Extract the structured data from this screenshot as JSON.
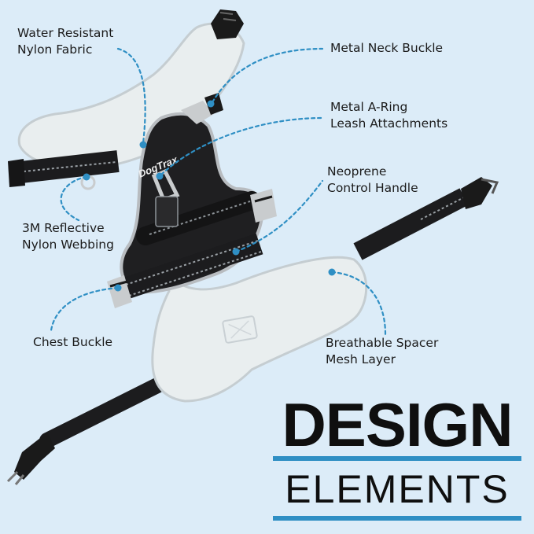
{
  "colors": {
    "background": "#dcecf8",
    "accent": "#2f8fc4",
    "webbing": "#1c1c1e",
    "mesh": "#e9eeef",
    "reflective": "#b8bcc0",
    "metal": "#c9ccce"
  },
  "product": {
    "brand_logo": "DogTrax"
  },
  "callouts": [
    {
      "id": "water-resistant",
      "lines": [
        "Water Resistant",
        "Nylon Fabric"
      ]
    },
    {
      "id": "metal-neck-buckle",
      "lines": [
        "Metal Neck Buckle"
      ]
    },
    {
      "id": "metal-a-ring",
      "lines": [
        "Metal A-Ring",
        "Leash Attachments"
      ]
    },
    {
      "id": "neoprene-handle",
      "lines": [
        "Neoprene",
        "Control Handle"
      ]
    },
    {
      "id": "reflective-webbing",
      "lines": [
        "3M Reflective",
        "Nylon Webbing"
      ]
    },
    {
      "id": "chest-buckle",
      "lines": [
        "Chest Buckle"
      ]
    },
    {
      "id": "spacer-mesh",
      "lines": [
        "Breathable Spacer",
        "Mesh Layer"
      ]
    }
  ],
  "heading": {
    "line1": "DESIGN",
    "line2": "ELEMENTS"
  }
}
